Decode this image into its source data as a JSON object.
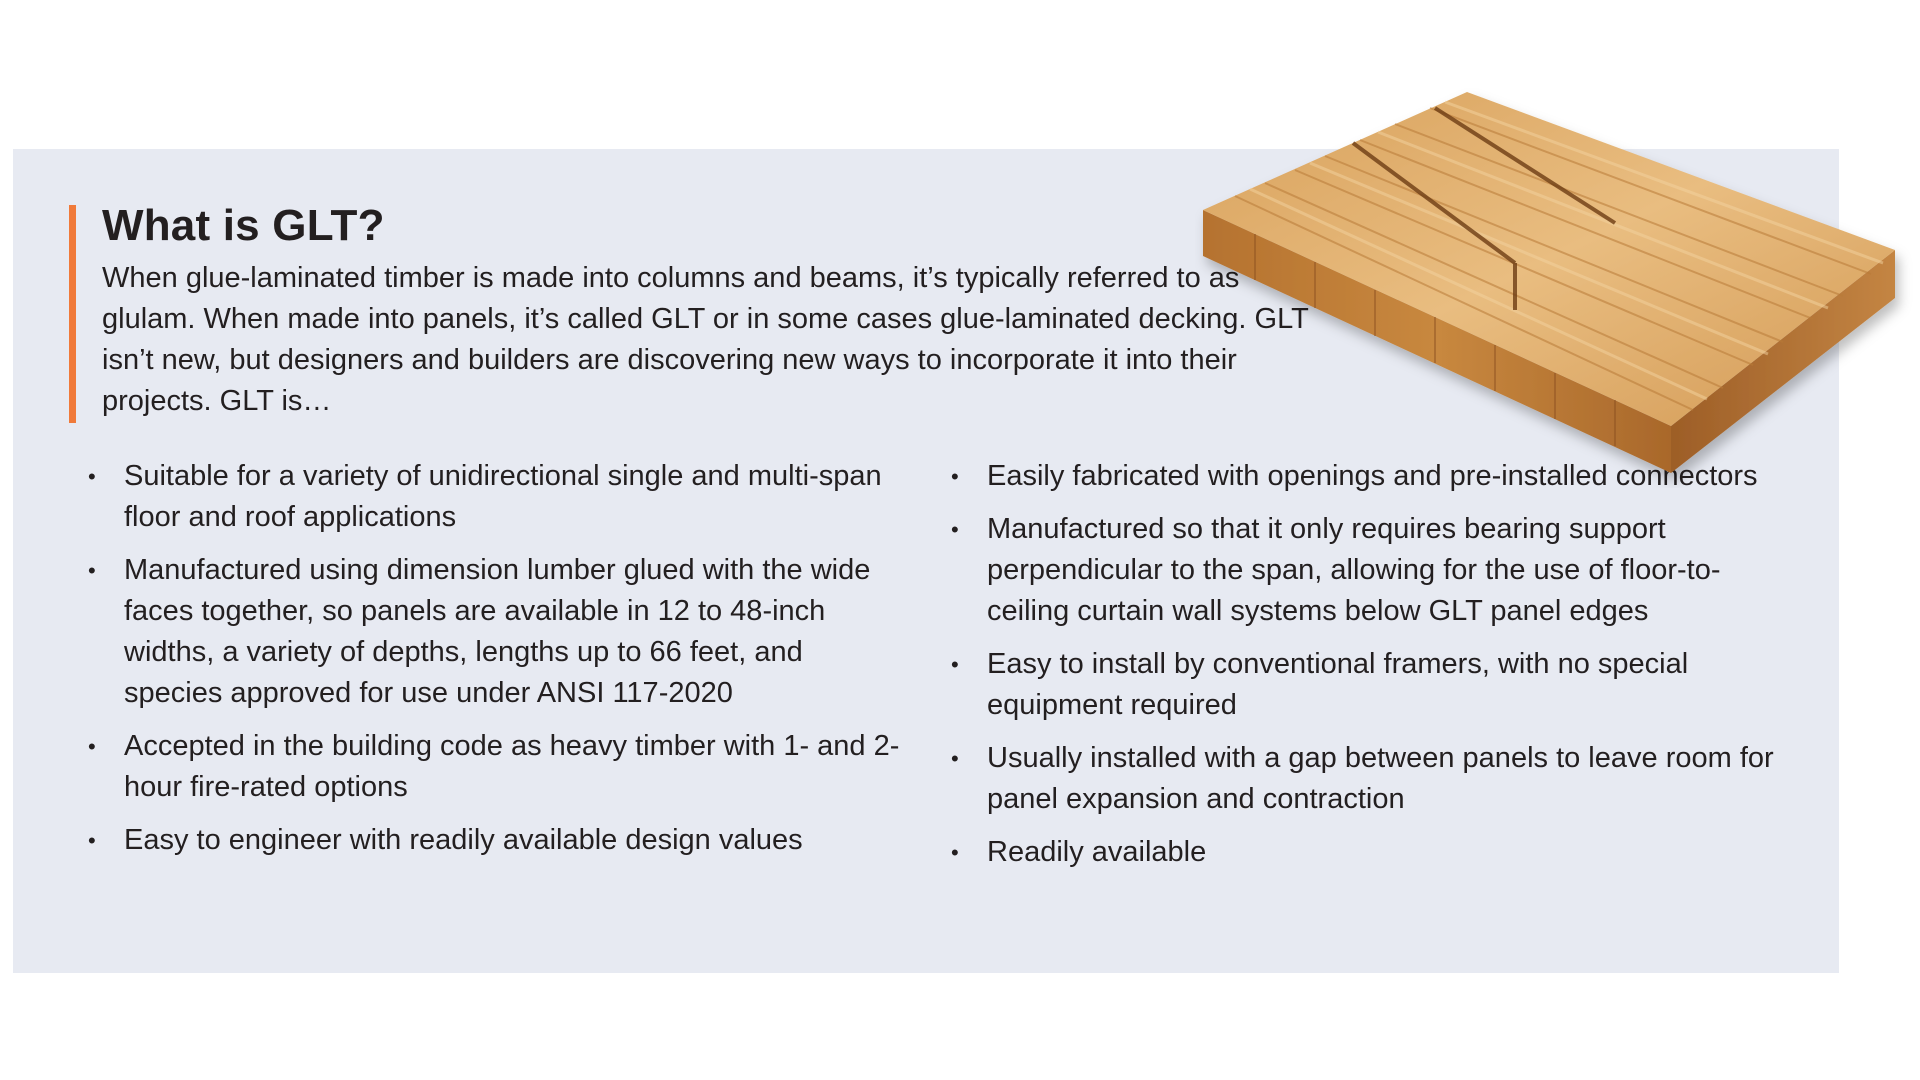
{
  "header": {
    "title": "What is GLT?"
  },
  "intro": "When glue-laminated timber is made into columns and beams, it’s typically referred to as glulam. When made into panels, it’s called GLT or in some cases glue-laminated decking. GLT isn’t new, but designers and builders are discovering new ways to incorporate it into their projects. GLT is…",
  "left_list": [
    "Suitable for a variety of unidirectional single and multi-span floor and roof applications",
    "Manufactured using dimension lumber glued with the wide faces together, so panels are available in 12 to 48-inch widths, a variety of depths, lengths up to 66 feet, and species approved for use under ANSI 117-2020",
    "Accepted in the building code as heavy timber with 1- and 2-hour fire-rated options",
    "Easy to engineer with readily available design values"
  ],
  "right_list": [
    "Easily fabricated with openings and pre-installed connectors",
    "Manufactured so that it only requires bearing support perpendicular to the span, allowing for the use of floor-to-ceiling curtain wall systems below GLT panel edges",
    "Easy to install by conventional framers, with no special equipment required",
    "Usually installed with a gap between panels to leave room for panel expansion and contraction",
    "Readily available"
  ],
  "bullet_glyph": "•",
  "colors": {
    "background": "#ffffff",
    "card": "#e7eaf2",
    "accent": "#f07a3a",
    "text": "#231f20",
    "wood_light": "#e8b877",
    "wood_mid": "#c98b45",
    "wood_dark": "#a4642a"
  },
  "illustration": {
    "subject": "glt-panel-icon"
  }
}
